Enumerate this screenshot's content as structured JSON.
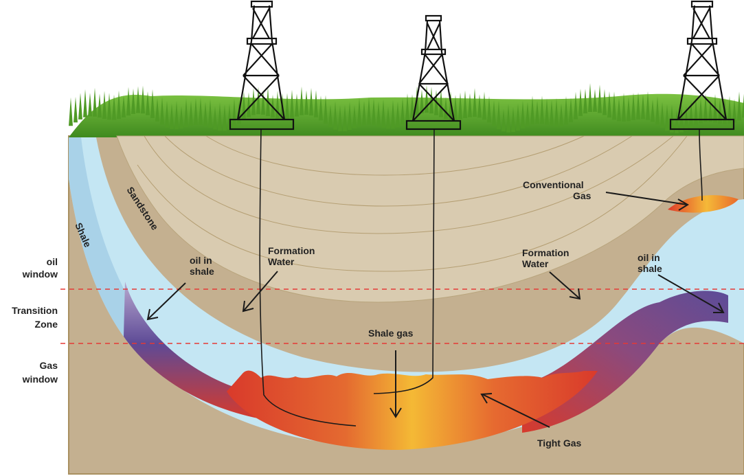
{
  "labels": {
    "sandstone": "Sandstone",
    "shale": "Shale",
    "oil_shale_left_1": "oil in",
    "oil_shale_left_2": "shale",
    "formation_water_left_1": "Formation",
    "formation_water_left_2": "Water",
    "formation_water_right_1": "Formation",
    "formation_water_right_2": "Water",
    "oil_shale_right_1": "oil in",
    "oil_shale_right_2": "shale",
    "conventional_gas_1": "Conventional",
    "conventional_gas_2": "Gas",
    "shale_gas": "Shale gas",
    "tight_gas": "Tight Gas"
  },
  "zones": {
    "oil_window_1": "oil",
    "oil_window_2": "window",
    "transition_1": "Transition",
    "transition_2": "Zone",
    "gas_window_1": "Gas",
    "gas_window_2": "window"
  },
  "colors": {
    "grass": "#5fa82e",
    "ground": "#c4b090",
    "sandstone": "#d9cbb0",
    "shale_light": "#c4e6f3",
    "shale_dark": "#a9d2e8",
    "oil_purple": "#6a4f9a",
    "gas_red": "#e0412f",
    "gas_yellow": "#f4b935",
    "zone_line": "#e53935"
  }
}
